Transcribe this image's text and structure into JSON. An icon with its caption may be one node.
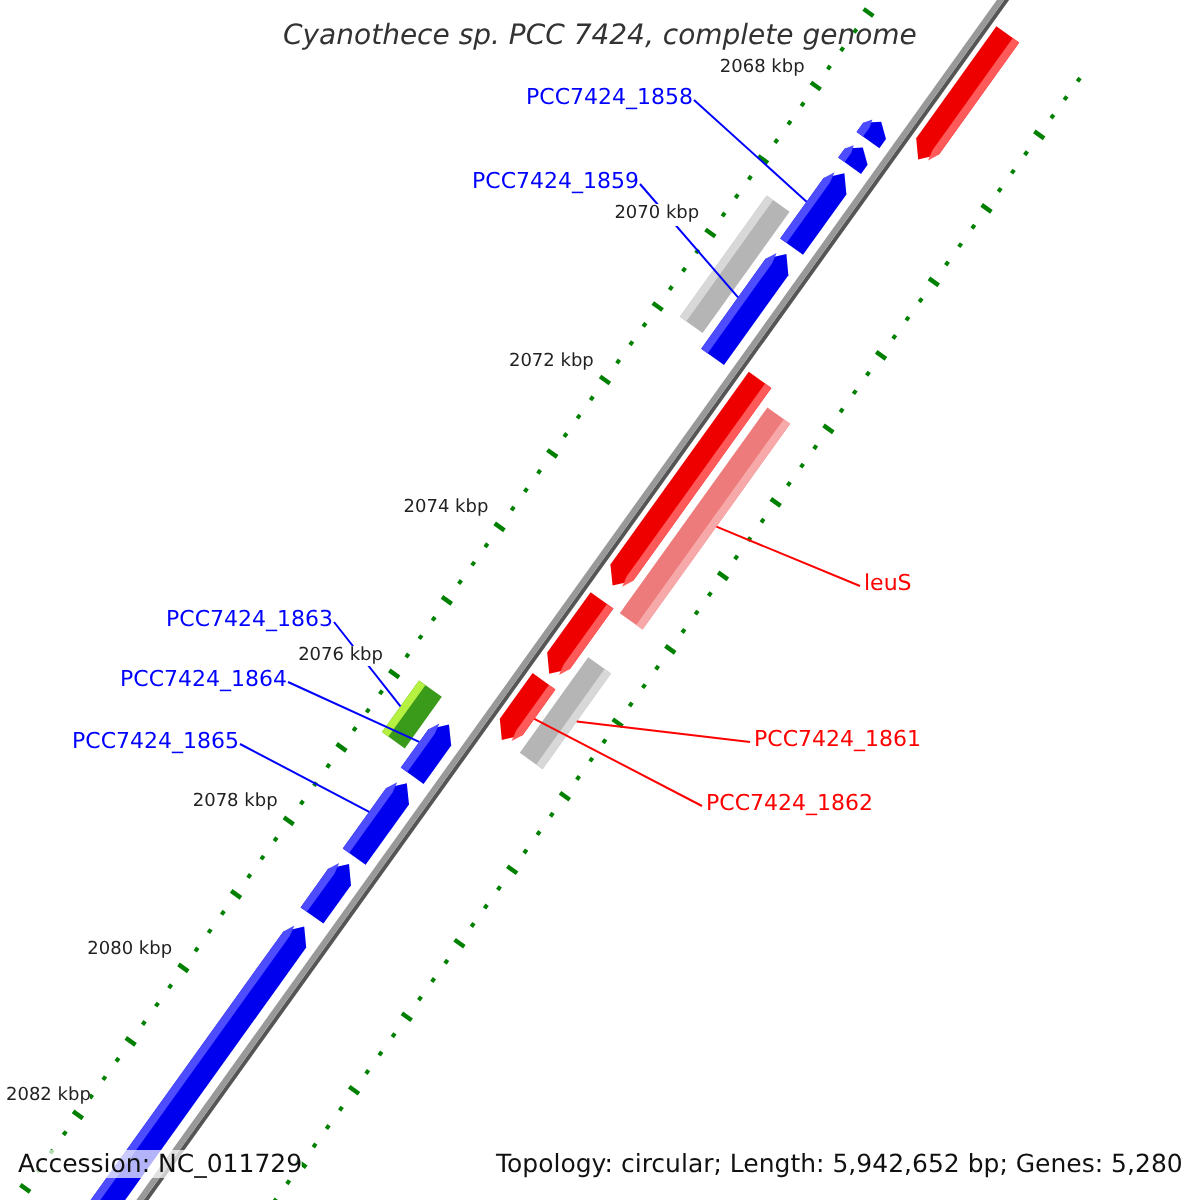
{
  "diagram": {
    "title": "Cyanothece sp. PCC 7424, complete genome",
    "nodes": [
      {
        "text": [
          "PCC7424_1858"
        ]
      },
      {
        "text": [
          "PCC7424_1859"
        ]
      },
      {
        "text": [
          "leuS"
        ]
      },
      {
        "text": [
          "PCC7424_1863"
        ]
      },
      {
        "text": [
          "PCC7424_1864"
        ]
      },
      {
        "text": [
          "PCC7424_1861"
        ]
      },
      {
        "text": [
          "PCC7424_1865"
        ]
      },
      {
        "text": [
          "PCC7424_1862"
        ]
      },
      {
        "text": [],
        "shape": "arrow"
      },
      {
        "text": [],
        "shape": "arrow"
      },
      {
        "text": [],
        "shape": "arrow"
      },
      {
        "text": [],
        "shape": "arrow"
      },
      {
        "text": [],
        "shape": "box"
      },
      {
        "text": [],
        "shape": "arrow"
      },
      {
        "text": [],
        "shape": "arrow"
      },
      {
        "text": [],
        "shape": "box"
      },
      {
        "text": [],
        "shape": "arrow"
      },
      {
        "text": [],
        "shape": "box"
      },
      {
        "text": [],
        "shape": "arrow"
      },
      {
        "text": [],
        "shape": "box"
      },
      {
        "text": [],
        "shape": "arrow"
      },
      {
        "text": [],
        "shape": "arrow"
      },
      {
        "text": [],
        "shape": "arrow"
      },
      {
        "text": [],
        "shape": "arrow"
      }
    ],
    "edges": [
      {
        "from": 0,
        "to": 11,
        "arrow": "none",
        "color": "#0000ff"
      },
      {
        "from": 1,
        "to": 13,
        "arrow": "none",
        "color": "#0000ff"
      },
      {
        "from": 2,
        "to": 15,
        "arrow": "none",
        "color": "#ff0000"
      },
      {
        "from": 3,
        "to": 19,
        "arrow": "none",
        "color": "#0000ff"
      },
      {
        "from": 4,
        "to": 20,
        "arrow": "none",
        "color": "#0000ff"
      },
      {
        "from": 5,
        "to": 17,
        "arrow": "none",
        "color": "#ff0000"
      },
      {
        "from": 6,
        "to": 21,
        "arrow": "none",
        "color": "#0000ff"
      },
      {
        "from": 7,
        "to": 18,
        "arrow": "none",
        "color": "#ff0000"
      }
    ],
    "labels": [
      "2068 kbp",
      "2070 kbp",
      "2072 kbp",
      "2074 kbp",
      "2076 kbp",
      "2078 kbp",
      "2080 kbp",
      "2082 kbp",
      "Accession: NC_011729",
      "Topology: circular; Length: 5,942,652 bp; Genes: 5,280"
    ]
  }
}
